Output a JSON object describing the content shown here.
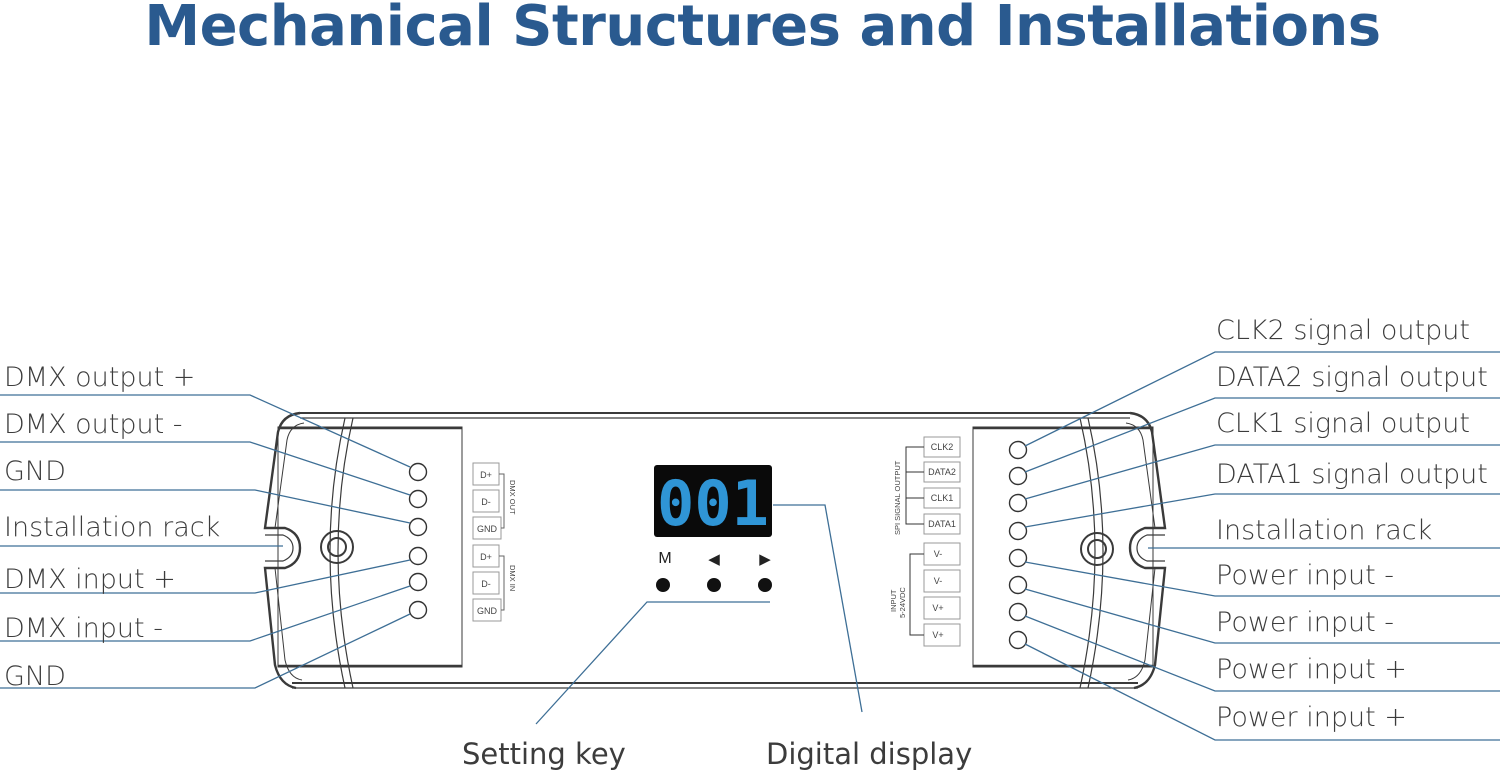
{
  "title": "Mechanical Structures and Installations",
  "colors": {
    "title": "#2a5a8f",
    "leader_line": "#3e6f96",
    "display_digits": "#2f95d6",
    "display_bg": "#0a0a0a"
  },
  "left_labels": [
    "DMX output +",
    "DMX output -",
    "GND",
    "Installation rack",
    "DMX input +",
    "DMX input -",
    "GND"
  ],
  "right_labels": [
    "CLK2 signal output",
    "DATA2 signal output",
    "CLK1 signal output",
    "DATA1 signal output",
    "Installation rack",
    "Power input -",
    "Power input -",
    "Power input +",
    "Power input +"
  ],
  "bottom_labels": {
    "setting_key": "Setting key",
    "digital_display": "Digital display"
  },
  "device": {
    "dmx_terminals": [
      "D+",
      "D-",
      "GND",
      "D+",
      "D-",
      "GND"
    ],
    "dmx_out_group": "DMX OUT",
    "dmx_in_group": "DMX IN",
    "spi_terminals": [
      "CLK2",
      "DATA2",
      "CLK1",
      "DATA1"
    ],
    "spi_group": "SPI SIGNAL OUTPUT",
    "power_terminals": [
      "V-",
      "V-",
      "V+",
      "V+"
    ],
    "power_group_line1": "INPUT",
    "power_group_line2": "5-24VDC",
    "display_value": "001",
    "keys": [
      {
        "label": "M",
        "icon": "m-key"
      },
      {
        "label": "◀",
        "icon": "left-arrow-icon"
      },
      {
        "label": "▶",
        "icon": "right-arrow-icon"
      }
    ]
  }
}
